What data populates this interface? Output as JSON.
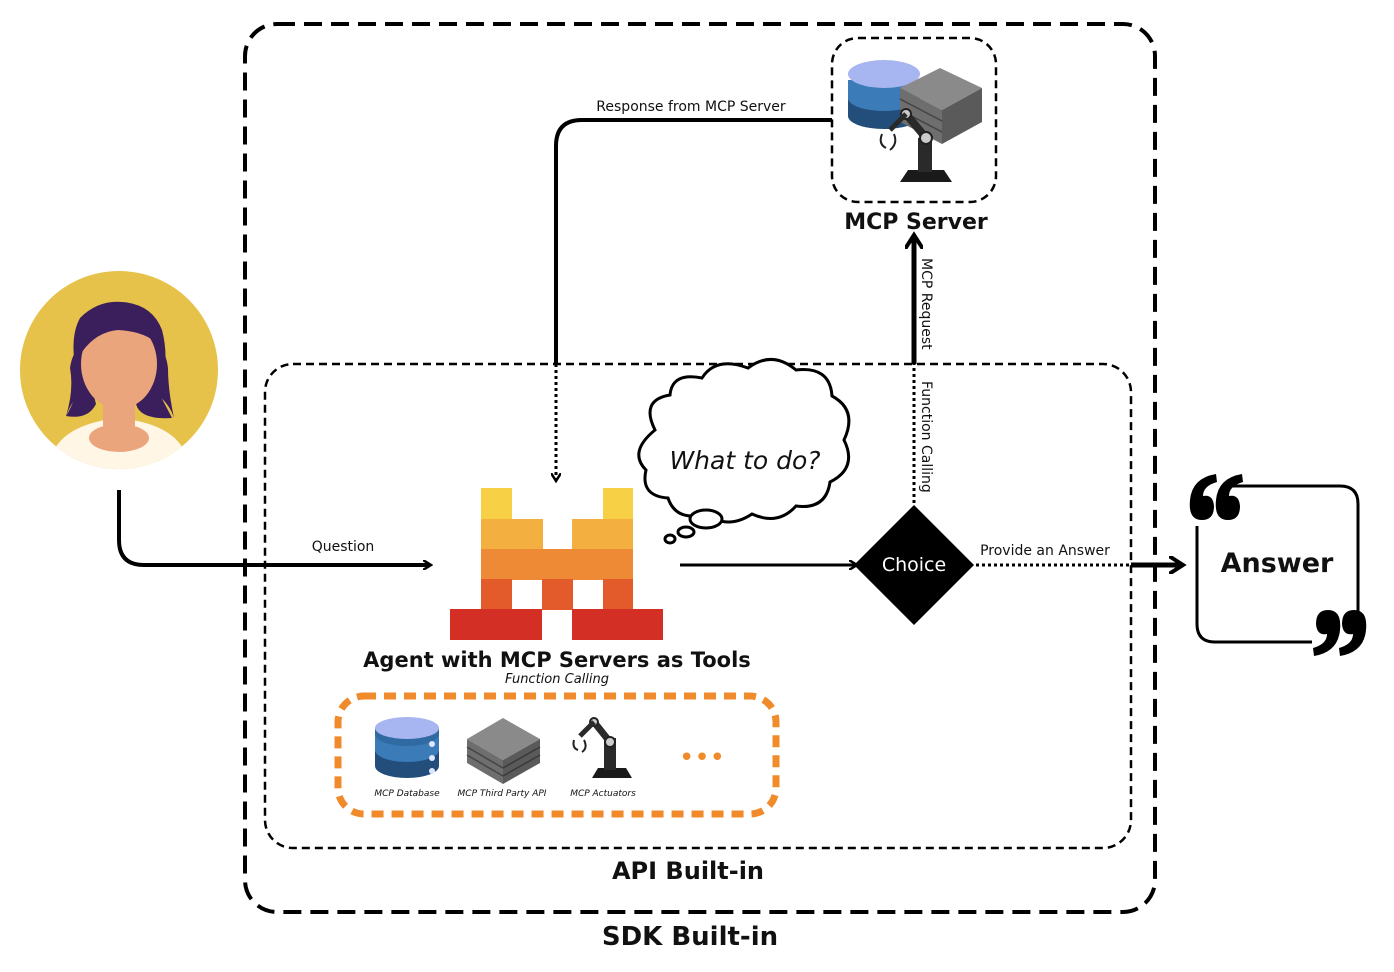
{
  "containers": {
    "sdk_label": "SDK Built-in",
    "api_label": "API Built-in"
  },
  "agent": {
    "title": "Agent with MCP Servers as Tools",
    "subtitle": "Function Calling"
  },
  "thought": {
    "text": "What to do?"
  },
  "decision": {
    "label": "Choice"
  },
  "mcp_server": {
    "label": "MCP Server"
  },
  "answer": {
    "label": "Answer"
  },
  "edges": {
    "question": "Question",
    "response": "Response from MCP Server",
    "mcp_request": "MCP Request",
    "function_calling": "Function Calling",
    "provide_answer": "Provide an Answer"
  },
  "tools": {
    "items": [
      {
        "label": "MCP Database",
        "icon": "database-icon"
      },
      {
        "label": "MCP Third Party API",
        "icon": "server-rack-icon"
      },
      {
        "label": "MCP Actuators",
        "icon": "robot-arm-icon"
      }
    ],
    "more": "•••"
  },
  "colors": {
    "avatar_bg": "#E6C24A",
    "hair": "#3B1F5C",
    "skin": "#EBA57C",
    "db_top": "#A7B5F0",
    "db_mid": "#3A7BB8",
    "db_dark": "#234E7C",
    "tools_border": "#F08A2A",
    "logo_yellow": "#F7D046",
    "logo_amber": "#F3B040",
    "logo_orange": "#EE8A35",
    "logo_redorange": "#E35B2A",
    "logo_red": "#D32F25",
    "black": "#000000"
  }
}
